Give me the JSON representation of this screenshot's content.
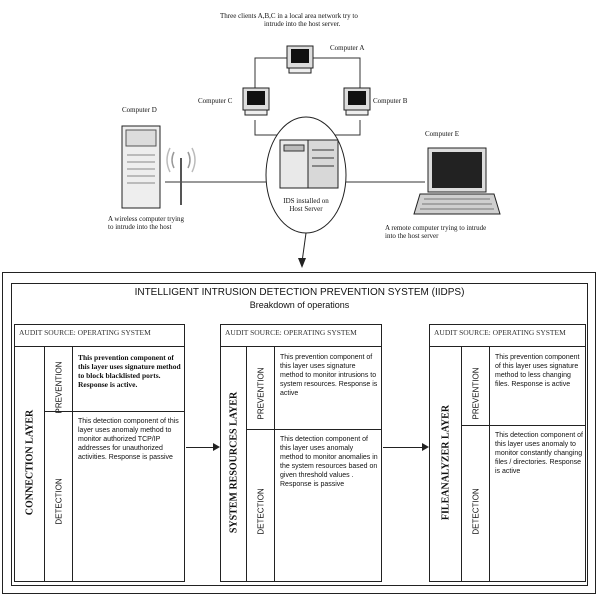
{
  "network": {
    "caption": [
      "Three clients A,B,C in a local area network try to",
      "intrude into the host server."
    ],
    "computer_a": "Computer A",
    "computer_b": "Computer B",
    "computer_c": "Computer C",
    "computer_d": "Computer D",
    "computer_e": "Computer E",
    "server_label": [
      "IDS installed on",
      "Host Server"
    ],
    "wireless_caption": [
      "A wireless computer trying",
      "to intrude into the host"
    ],
    "remote_caption": [
      "A remote computer trying to intrude",
      "into the host server"
    ]
  },
  "system": {
    "title": "INTELLIGENT INTRUSION DETECTION PREVENTION SYSTEM (IIDPS)",
    "subtitle": "Breakdown of operations"
  },
  "panels": [
    {
      "audit": "AUDIT SOURCE: OPERATING SYSTEM",
      "layer": "CONNECTION LAYER",
      "prevention_label": "PREVENTION",
      "detection_label": "DETECTION",
      "prevention_text": "This prevention component of this layer uses signature method to block blacklisted ports. Response is active.",
      "detection_text": "This detection component of this layer uses anomaly method to monitor authorized TCP/IP addresses for unauthorized activities. Response is passive"
    },
    {
      "audit": "AUDIT SOURCE: OPERATING SYSTEM",
      "layer": "SYSTEM RESOURCES LAYER",
      "prevention_label": "PREVENTION",
      "detection_label": "DETECTION",
      "prevention_text": "This prevention component of this layer uses signature method to monitor intrusions to system resources. Response is active",
      "detection_text": "This detection component of this layer uses anomaly method to monitor anomalies in the system resources based on given threshold values . Response is passive"
    },
    {
      "audit": "AUDIT SOURCE: OPERATING SYSTEM",
      "layer": "FILEANALYZER LAYER",
      "prevention_label": "PREVENTION",
      "detection_label": "DETECTION",
      "prevention_text": "This prevention component of this layer uses signature method to less changing files. Response is active",
      "detection_text": "This detection component of this layer uses anomaly to monitor constantly changing files / directories. Response is active"
    }
  ]
}
